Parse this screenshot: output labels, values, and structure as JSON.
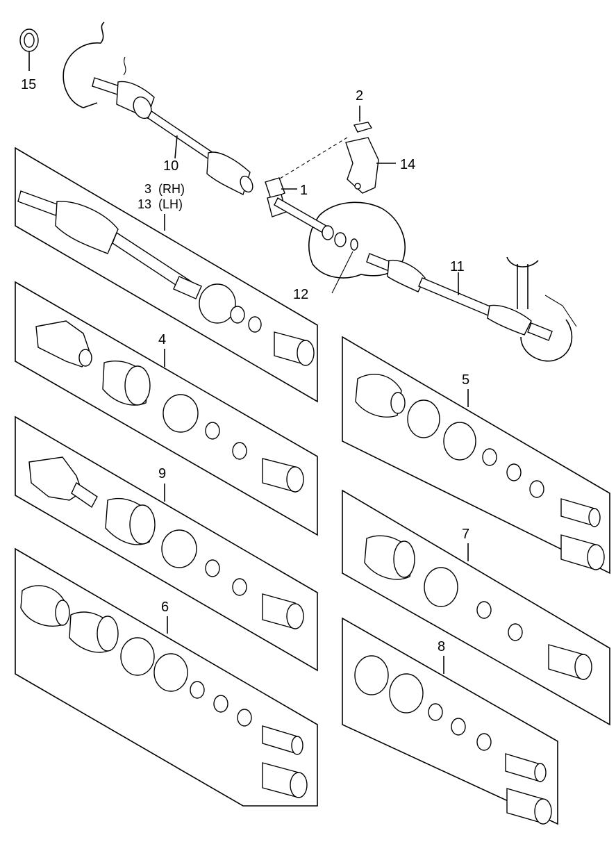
{
  "callouts": {
    "c1": "1",
    "c2": "2",
    "c3": "3",
    "c3_side": "(RH)",
    "c4": "4",
    "c5": "5",
    "c6": "6",
    "c7": "7",
    "c8": "8",
    "c9": "9",
    "c10": "10",
    "c11": "11",
    "c12": "12",
    "c13": "13",
    "c13_side": "(LH)",
    "c14": "14",
    "c15": "15"
  }
}
